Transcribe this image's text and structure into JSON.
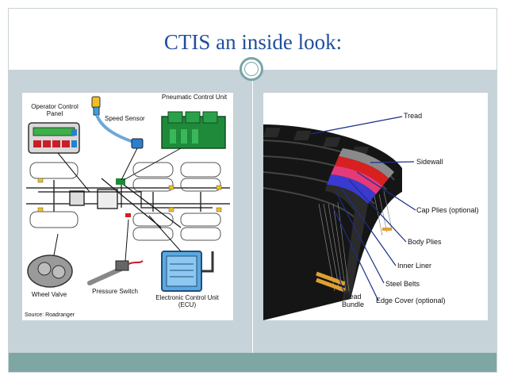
{
  "slide": {
    "title": "CTIS an inside look:"
  },
  "left_diagram": {
    "labels": {
      "operator_panel": "Operator Control Panel",
      "speed_sensor": "Speed Sensor",
      "pneumatic_unit": "Pneumatic Control Unit",
      "wheel_valve": "Wheel Valve",
      "pressure_switch": "Pressure Switch",
      "ecu": "Electronic Control Unit (ECU)",
      "source": "Source:  Roadranger"
    }
  },
  "right_diagram": {
    "labels": {
      "tread": "Tread",
      "sidewall": "Sidewall",
      "cap_plies": "Cap Plies (optional)",
      "body_plies": "Body Plies",
      "inner_liner": "Inner Liner",
      "steel_belts": "Steel Belts",
      "bead_bundle": "Bead Bundle",
      "edge_cover": "Edge Cover (optional)"
    }
  },
  "colors": {
    "title": "#1f4e9e",
    "band": "#c6d3d8",
    "footer": "#7ea7a4",
    "accent_ring": "#7aa4a6",
    "leader_lines": "#1b2e8a"
  }
}
